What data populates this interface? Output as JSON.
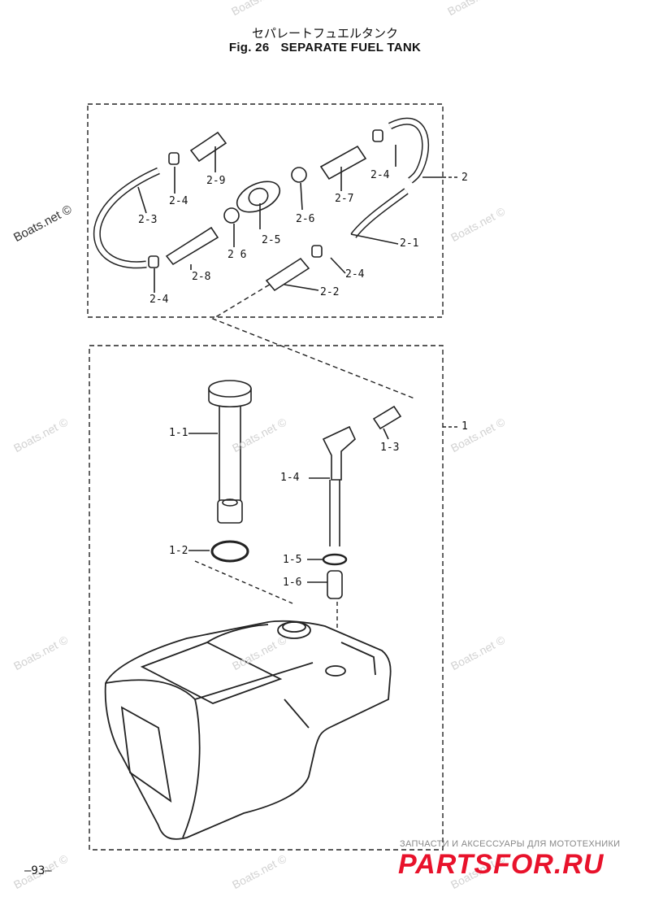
{
  "header": {
    "title_jp": "セパレートフュエルタンク",
    "fig_label": "Fig. 26",
    "title_en": "SEPARATE FUEL TANK"
  },
  "watermark": "Boats.net ©",
  "callouts": {
    "c2": "2",
    "c2_1": "2-1",
    "c2_2": "2-2",
    "c2_3": "2-3",
    "c2_4a": "2-4",
    "c2_4b": "2-4",
    "c2_4c": "2-4",
    "c2_4d": "2-4",
    "c2_5": "2-5",
    "c2_6a": "2-6",
    "c2_6b": "2 6",
    "c2_7": "2-7",
    "c2_8": "2-8",
    "c2_9": "2-9",
    "c1": "1",
    "c1_1": "1-1",
    "c1_2": "1-2",
    "c1_3": "1-3",
    "c1_4": "1-4",
    "c1_5": "1-5",
    "c1_6": "1-6"
  },
  "footer": {
    "page_number": "—93—",
    "brand_tagline": "ЗАПЧАСТИ И АКСЕССУАРЫ ДЛЯ МОТОТЕХНИКИ",
    "brand_name": "PARTSFOR.RU"
  },
  "colors": {
    "line": "#222222",
    "watermark": "#d2d2d2",
    "brand": "#e8122b"
  }
}
